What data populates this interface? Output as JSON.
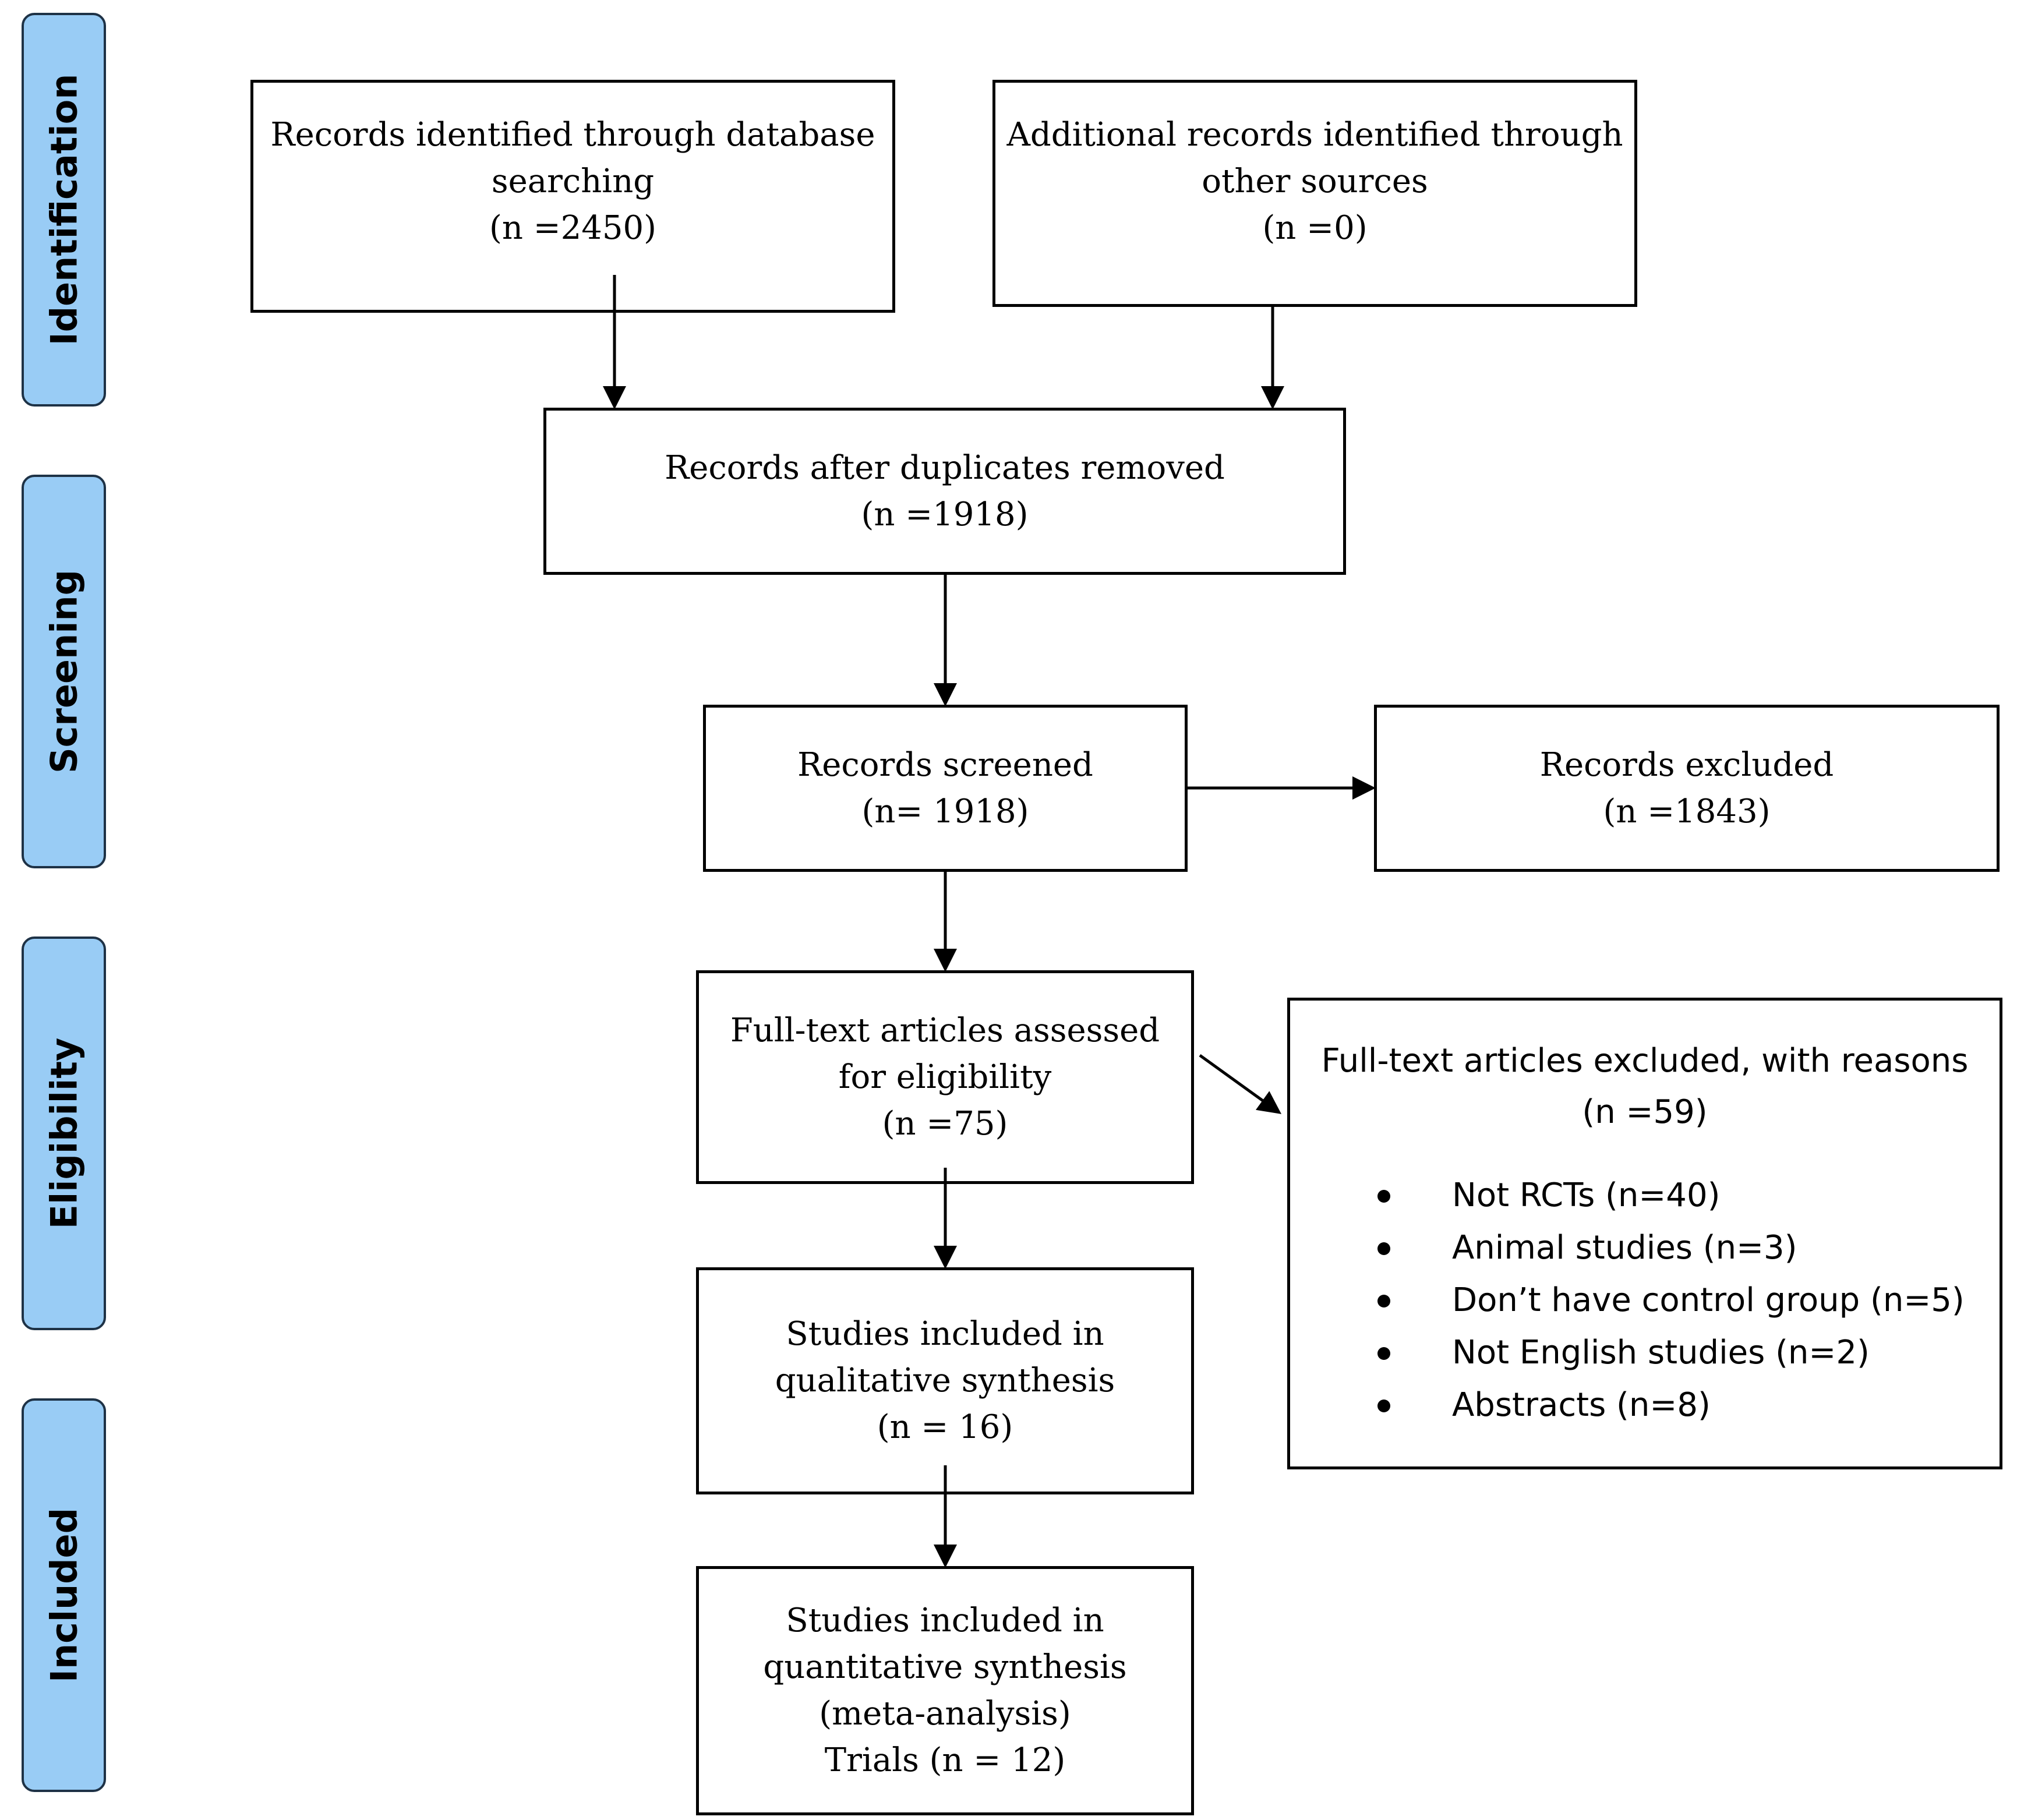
{
  "phases": {
    "identification": "Identification",
    "screening": "Screening",
    "eligibility": "Eligibility",
    "included": "Included"
  },
  "boxes": {
    "database_search": {
      "lines": [
        "Records identified through database",
        "searching",
        "(n =2450)"
      ]
    },
    "other_sources": {
      "lines": [
        "Additional records identified through",
        "other sources",
        "(n =0)"
      ]
    },
    "duplicates_removed": {
      "lines": [
        "Records after duplicates removed",
        "(n =1918)"
      ]
    },
    "records_screened": {
      "lines": [
        "Records screened",
        "(n= 1918)"
      ]
    },
    "records_excluded": {
      "lines": [
        "Records excluded",
        "(n =1843)"
      ]
    },
    "fulltext_assessed": {
      "lines": [
        "Full-text articles assessed",
        "for eligibility",
        "(n =75)"
      ]
    },
    "fulltext_excluded": {
      "heading": "Full-text articles excluded, with reasons",
      "count": "(n =59)",
      "reasons": [
        "Not RCTs (n=40)",
        "Animal studies (n=3)",
        "Don’t have control group (n=5)",
        "Not English studies (n=2)",
        "Abstracts (n=8)"
      ]
    },
    "qualitative": {
      "lines": [
        "Studies included in",
        "qualitative synthesis",
        "(n = 16)"
      ]
    },
    "quantitative": {
      "lines": [
        "Studies included in",
        "quantitative synthesis",
        "(meta-analysis)",
        "Trials (n = 12)"
      ]
    }
  },
  "colors": {
    "phase_fill": "#99ccf5",
    "phase_border": "#1e3246",
    "box_border": "#000000"
  }
}
